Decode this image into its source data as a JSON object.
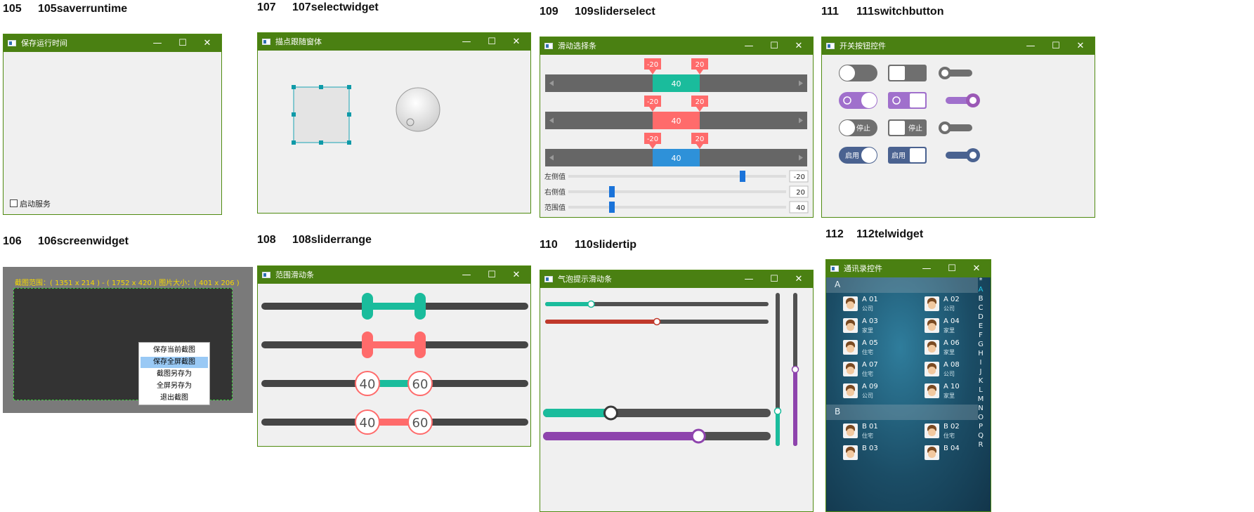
{
  "demos": {
    "d105": {
      "num": "105",
      "name": "105saverruntime",
      "title": "保存运行时间",
      "checkbox_label": "启动服务"
    },
    "d106": {
      "num": "106",
      "name": "106screenwidget",
      "info": "截图范围：( 1351 x 214 ) - ( 1752 x 420 )  图片大小：( 401 x 206 )",
      "menu": [
        "保存当前截图",
        "保存全屏截图",
        "截图另存为",
        "全屏另存为",
        "退出截图"
      ],
      "menu_selected_index": 1
    },
    "d107": {
      "num": "107",
      "name": "107selectwidget",
      "title": "描点跟随窗体"
    },
    "d108": {
      "num": "108",
      "name": "108sliderrange",
      "title": "范围滑动条",
      "rows": [
        {
          "low": 40,
          "high": 60,
          "color": "#1abc9c",
          "style": "bar"
        },
        {
          "low": 40,
          "high": 60,
          "color": "#ff6b6b",
          "style": "bar"
        },
        {
          "low": 40,
          "high": 60,
          "color": "#1abc9c",
          "style": "circle"
        },
        {
          "low": 40,
          "high": 60,
          "color": "#ff6b6b",
          "style": "circle"
        }
      ]
    },
    "d109": {
      "num": "109",
      "name": "109sliderselect",
      "title": "滑动选择条",
      "rows": [
        {
          "left": "-20",
          "right": "20",
          "center": "40",
          "color": "#1abc9c"
        },
        {
          "left": "-20",
          "right": "20",
          "center": "40",
          "color": "#ff6b6b"
        },
        {
          "left": "-20",
          "right": "20",
          "center": "40",
          "color": "#2e91d9"
        }
      ],
      "controls": [
        {
          "label": "左侧值",
          "value": "-20",
          "fraction": 0.8
        },
        {
          "label": "右侧值",
          "value": "20",
          "fraction": 0.2
        },
        {
          "label": "范围值",
          "value": "40",
          "fraction": 0.2
        }
      ]
    },
    "d110": {
      "num": "110",
      "name": "110slidertip",
      "title": "气泡提示滑动条",
      "horizontal": [
        {
          "fraction": 0.2,
          "color": "#1abc9c"
        },
        {
          "fraction": 0.5,
          "color": "#c0392b"
        },
        {
          "fraction": 0.29,
          "color": "#1abc9c"
        },
        {
          "fraction": 0.69,
          "color": "#8e44ad"
        }
      ],
      "vertical": [
        {
          "fraction": 0.22,
          "color": "#1abc9c"
        },
        {
          "fraction": 0.5,
          "color": "#8e44ad"
        }
      ]
    },
    "d111": {
      "num": "111",
      "name": "111switchbutton",
      "title": "开关按钮控件",
      "stop_label": "停止",
      "start_label": "启用"
    },
    "d112": {
      "num": "112",
      "name": "112telwidget",
      "title": "通讯录控件",
      "sections": [
        {
          "letter": "A",
          "contacts": [
            {
              "name": "A 01",
              "tag": "公司"
            },
            {
              "name": "A 02",
              "tag": "公司"
            },
            {
              "name": "A 03",
              "tag": "家里"
            },
            {
              "name": "A 04",
              "tag": "家里"
            },
            {
              "name": "A 05",
              "tag": "住宅"
            },
            {
              "name": "A 06",
              "tag": "家里"
            },
            {
              "name": "A 07",
              "tag": "住宅"
            },
            {
              "name": "A 08",
              "tag": "公司"
            },
            {
              "name": "A 09",
              "tag": "公司"
            },
            {
              "name": "A 10",
              "tag": "家里"
            }
          ]
        },
        {
          "letter": "B",
          "contacts": [
            {
              "name": "B 01",
              "tag": "住宅"
            },
            {
              "name": "B 02",
              "tag": "住宅"
            },
            {
              "name": "B 03",
              "tag": ""
            },
            {
              "name": "B 04",
              "tag": ""
            }
          ]
        }
      ],
      "index": [
        "*",
        "A",
        "B",
        "C",
        "D",
        "E",
        "F",
        "G",
        "H",
        "I",
        "J",
        "K",
        "L",
        "M",
        "N",
        "O",
        "P",
        "Q",
        "R"
      ]
    }
  },
  "window_buttons": {
    "min": "—",
    "max": "☐",
    "close": "✕"
  },
  "colors": {
    "titlebar": "#4a8012",
    "accent_teal": "#1abc9c",
    "accent_red": "#ff6b6b",
    "accent_blue": "#2e91d9",
    "accent_purple": "#9b59b6",
    "dark_track": "#666666",
    "switch_blue": "#4a6290"
  }
}
